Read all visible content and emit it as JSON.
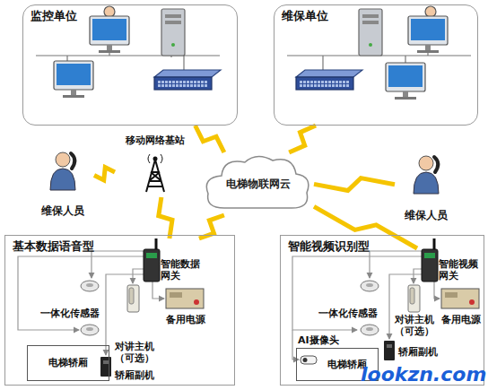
{
  "diagram": {
    "nodes": [
      {
        "text": [
          "监控单位"
        ]
      },
      {
        "text": [
          "维保单位"
        ]
      },
      {
        "text": [
          "移动网络基站"
        ]
      },
      {
        "text": [
          "电梯物联网云"
        ]
      },
      {
        "text": [
          "维保人员"
        ]
      },
      {
        "text": [
          "维保人员"
        ]
      },
      {
        "text": [
          "基本数据语音型"
        ]
      },
      {
        "text": [
          "智能数据网关"
        ],
        "in": 6
      },
      {
        "text": [
          "电梯轿厢"
        ],
        "in": 6
      },
      {
        "text": [
          "智能视频识别型"
        ]
      },
      {
        "text": [
          "智能视频网关"
        ],
        "in": 9
      },
      {
        "text": [
          "电梯轿厢"
        ],
        "in": 9
      }
    ],
    "edges": [
      {
        "from": 0,
        "to": 3,
        "arrow": "none"
      },
      {
        "from": 1,
        "to": 3,
        "arrow": "none"
      },
      {
        "from": 4,
        "to": 2,
        "arrow": "none"
      },
      {
        "from": 2,
        "to": 7,
        "arrow": "none"
      },
      {
        "from": 7,
        "to": 3,
        "arrow": "none"
      },
      {
        "from": 5,
        "to": 3,
        "arrow": "none"
      },
      {
        "from": 3,
        "to": 10,
        "arrow": "none"
      }
    ],
    "labels": [
      "一体化传感器",
      "备用电源",
      "对讲主机 （可选）",
      "轿厢副机",
      "AI摄像头",
      "一体化传感器",
      "备用电源",
      "对讲主机 （可选）",
      "轿厢副机",
      "lookzn.com"
    ]
  }
}
